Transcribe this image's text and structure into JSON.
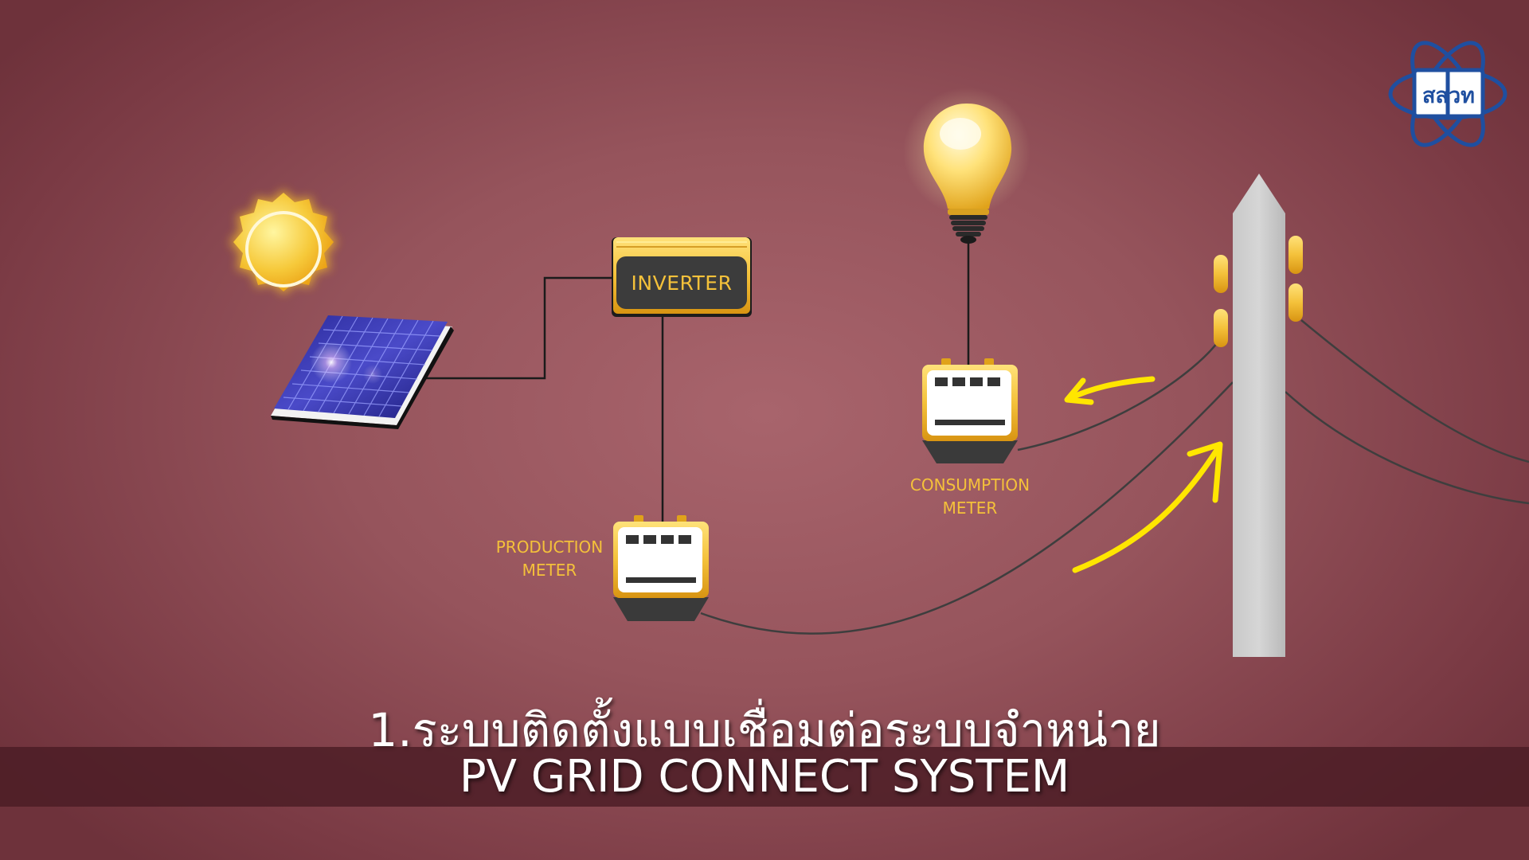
{
  "diagram": {
    "inverter_label": "INVERTER",
    "production_meter_label": [
      "PRODUCTION",
      "METER"
    ],
    "consumption_meter_label": [
      "CONSUMPTION",
      "METER"
    ]
  },
  "logo": {
    "text": "สสวท"
  },
  "caption": {
    "thai": "1.ระบบติดตั้งแบบเชื่อมต่อระบบจำหน่าย",
    "english": "PV GRID CONNECT SYSTEM"
  },
  "icons": [
    "sun-icon",
    "solar-panel-icon",
    "inverter-icon",
    "light-bulb-icon",
    "meter-icon",
    "utility-pole-icon",
    "arrow-icon",
    "logo-icon"
  ],
  "colors": {
    "accent": "#f4c13a",
    "arrow": "#ffe600",
    "background": "#9b5860",
    "logo": "#1f4fa0"
  }
}
